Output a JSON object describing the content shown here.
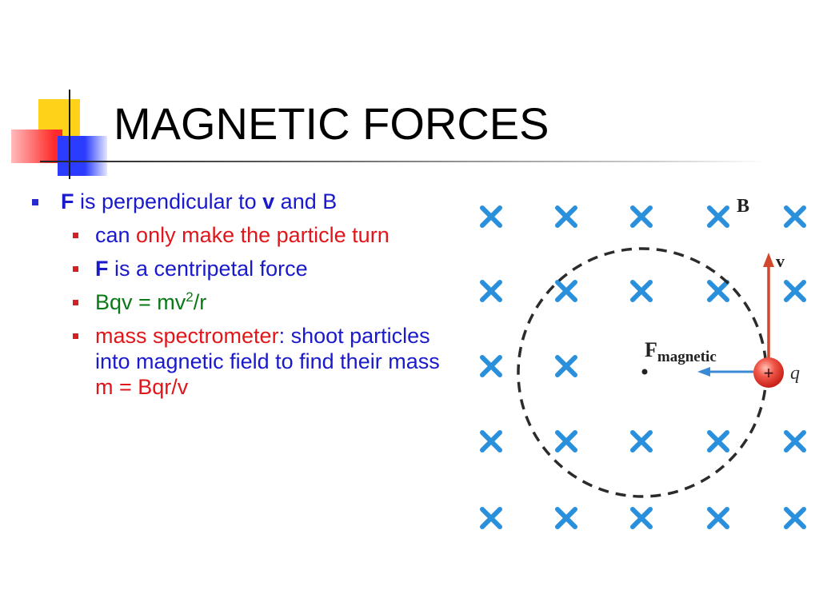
{
  "slide": {
    "title": "MAGNETIC FORCES"
  },
  "bullets": {
    "main": {
      "bold_f": "F",
      "text_1": " is perpendicular to ",
      "bold_v": "v",
      "text_2": " and B"
    },
    "sub_1": {
      "part_blue": "can ",
      "part_red": "only make the particle turn"
    },
    "sub_2": {
      "bold_f": "F",
      "text": " is a centripetal force"
    },
    "sub_3": {
      "lhs": "Bqv = mv",
      "exp": "2",
      "rhs": "/r"
    },
    "sub_4": {
      "term_red": "mass spectrometer",
      "text": ": shoot particles into magnetic field to find their mass",
      "formula": "m = Bqr/v"
    }
  },
  "diagram": {
    "field_label": "B",
    "velocity_label": "v",
    "force_label_main": "F",
    "force_label_sub": "magnetic",
    "charge_sign": "+",
    "charge_label": "q",
    "colors": {
      "x_marks": "#2a90dc",
      "velocity_arrow": "#d2482c",
      "force_arrow": "#3a8ad6",
      "charge": "#e0322a"
    }
  }
}
